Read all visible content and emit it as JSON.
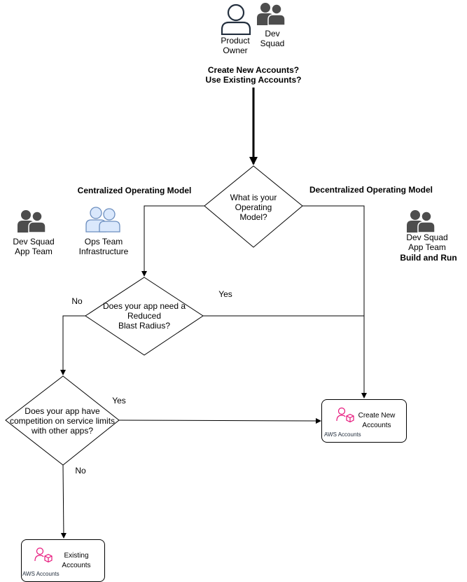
{
  "top": {
    "product_owner": "Product\nOwner",
    "dev_squad": "Dev\nSquad",
    "question": "Create New Accounts?\nUse Existing Accounts?"
  },
  "models": {
    "centralized": "Centralized Operating Model",
    "decentralized": "Decentralized Operating Model"
  },
  "left_actors": {
    "dev_squad": "Dev Squad\nApp Team",
    "ops_team": "Ops Team\nInfrastructure"
  },
  "right_actor": {
    "dev_squad": "Dev Squad\nApp Team",
    "build_run": "Build and Run"
  },
  "decisions": {
    "operating_model": "What is your\nOperating\nModel?",
    "blast_radius": "Does your app need a\nReduced\nBlast Radius?",
    "service_limits": "Does your app have\ncompetition on service limits\nwith other apps?"
  },
  "edge_labels": {
    "blast_no": "No",
    "blast_yes": "Yes",
    "limits_yes": "Yes",
    "limits_no": "No"
  },
  "outcomes": {
    "create_new": "Create New\nAccounts",
    "existing": "Existing\nAccounts",
    "aws_label": "AWS Accounts"
  },
  "colors": {
    "ops_icon_fill": "#dae8fc",
    "ops_icon_stroke": "#6c8ebf",
    "aws_icon": "#e7157b",
    "group_icon": "#4d4d4d"
  }
}
